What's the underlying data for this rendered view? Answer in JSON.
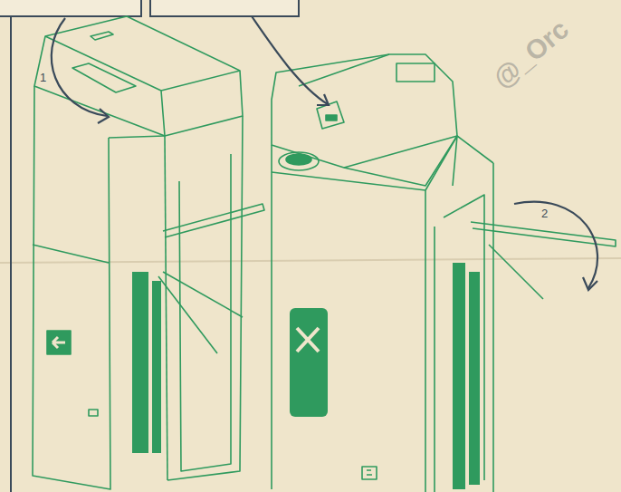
{
  "diagram": {
    "labels": [
      "1",
      "2",
      "@_Orc"
    ]
  }
}
